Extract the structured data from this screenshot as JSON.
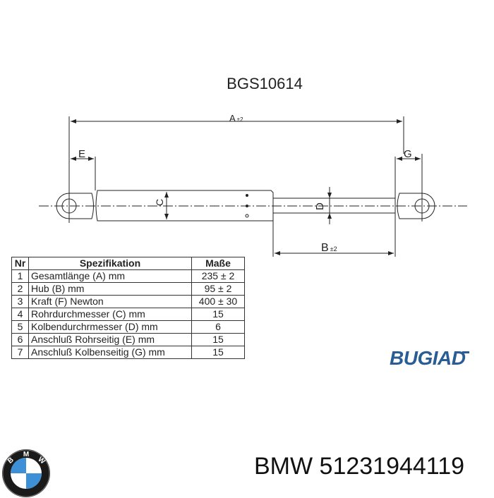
{
  "drawing": {
    "title": "BGS10614",
    "dimension_labels": {
      "A": "A",
      "A_tol": "±2",
      "B": "B",
      "B_tol": "±2",
      "C": "C",
      "D": "D",
      "E": "E",
      "G": "G"
    }
  },
  "spec_table": {
    "headers": {
      "nr": "Nr",
      "spec": "Spezifikation",
      "value": "Maße"
    },
    "rows": [
      {
        "nr": "1",
        "spec": "Gesamtlänge (A) mm",
        "value": "235 ± 2"
      },
      {
        "nr": "2",
        "spec": "Hub (B)  mm",
        "value": "95 ± 2"
      },
      {
        "nr": "3",
        "spec": "Kraft (F) Newton",
        "value": "400 ± 30"
      },
      {
        "nr": "4",
        "spec": "Rohrdurchmesser (C) mm",
        "value": "15"
      },
      {
        "nr": "5",
        "spec": "Kolbendurchrmesser (D) mm",
        "value": "6"
      },
      {
        "nr": "6",
        "spec": "Anschluß Rohrseitig (E) mm",
        "value": "15"
      },
      {
        "nr": "7",
        "spec": "Anschluß Kolbenseitig (G) mm",
        "value": "15"
      }
    ]
  },
  "brand": {
    "name": "BUGIAD",
    "color": "#2a5d94"
  },
  "footer": {
    "emblem_letters": [
      "B",
      "M",
      "W"
    ],
    "part_number": "BMW 51231944119"
  }
}
